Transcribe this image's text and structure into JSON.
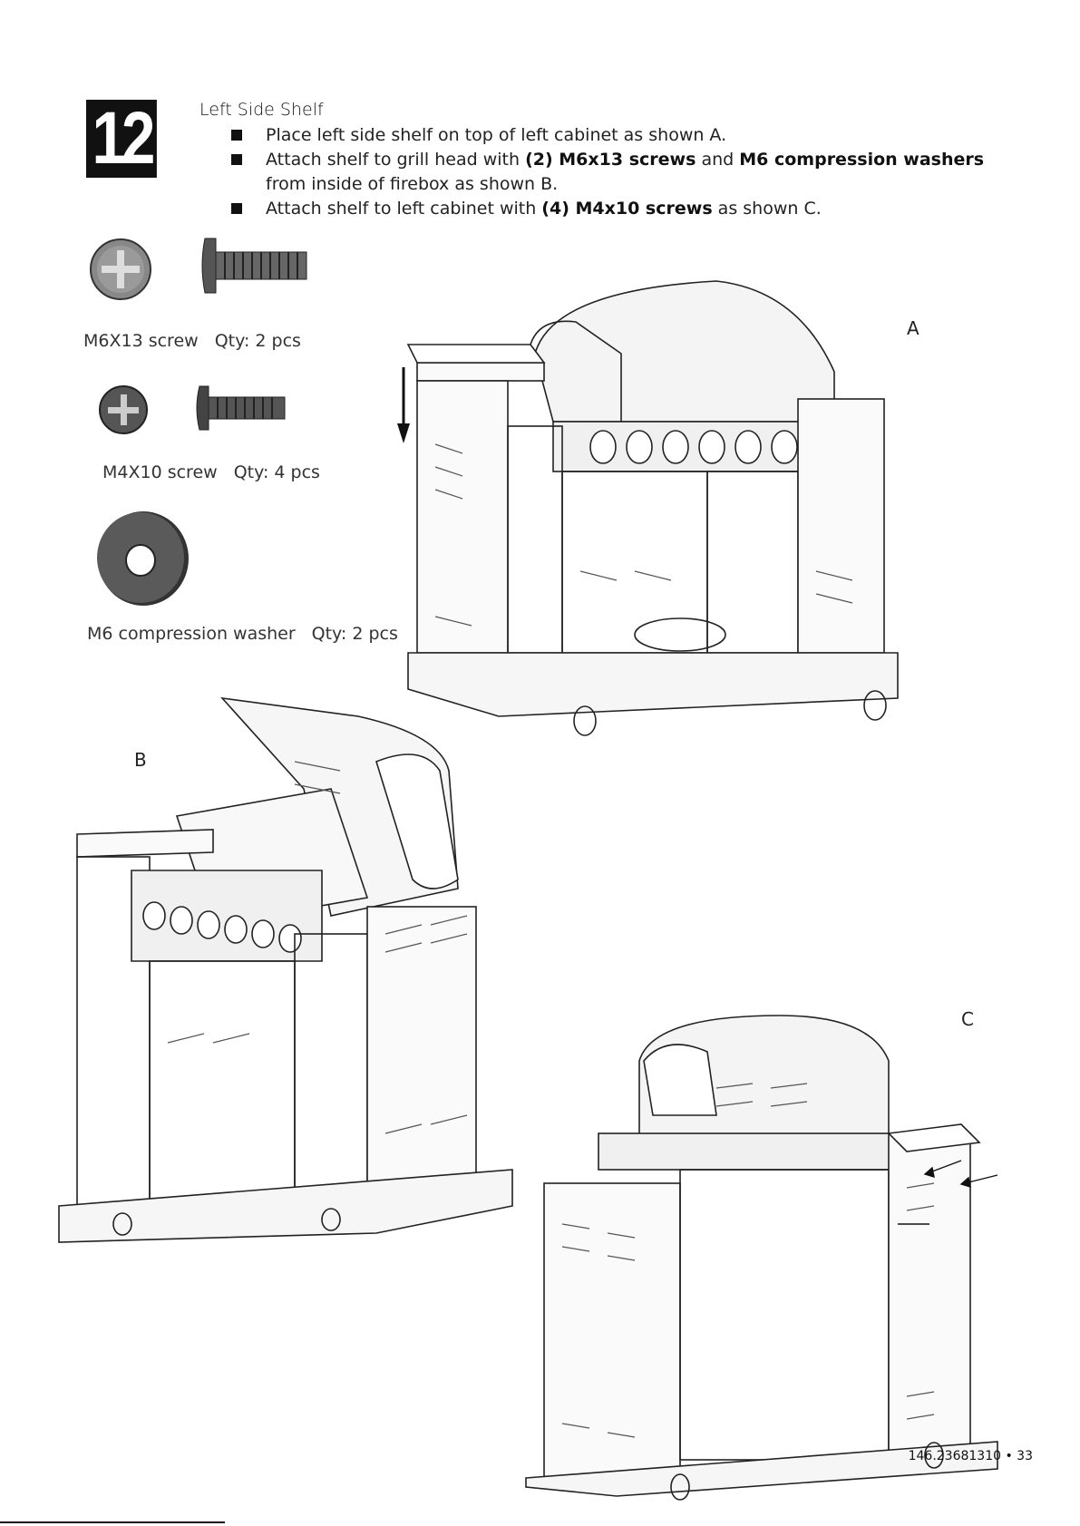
{
  "step": {
    "number": "12",
    "title": "Left Side Shelf"
  },
  "instructions": [
    {
      "parts": [
        {
          "text": "Place left side shelf on top of left cabinet as shown A.",
          "bold": false
        }
      ]
    },
    {
      "parts": [
        {
          "text": "Attach shelf to grill head with ",
          "bold": false
        },
        {
          "text": "(2) M6x13 screws",
          "bold": true
        },
        {
          "text": " and ",
          "bold": false
        },
        {
          "text": "M6 compression washers",
          "bold": true
        },
        {
          "text": " from inside of firebox as shown B.",
          "bold": false
        }
      ]
    },
    {
      "parts": [
        {
          "text": "Attach shelf to left cabinet with ",
          "bold": false
        },
        {
          "text": "(4) M4x10 screws",
          "bold": true
        },
        {
          "text": " as shown C.",
          "bold": false
        }
      ]
    }
  ],
  "parts": [
    {
      "name": "M6X13 screw",
      "qty": "Qty: 2 pcs"
    },
    {
      "name": "M4X10 screw",
      "qty": "Qty: 4 pcs"
    },
    {
      "name": "M6 compression washer",
      "qty": "Qty: 2 pcs"
    }
  ],
  "views": {
    "a": "A",
    "b": "B",
    "c": "C"
  },
  "footer": {
    "page_ref": "146.23681310 • 33"
  }
}
